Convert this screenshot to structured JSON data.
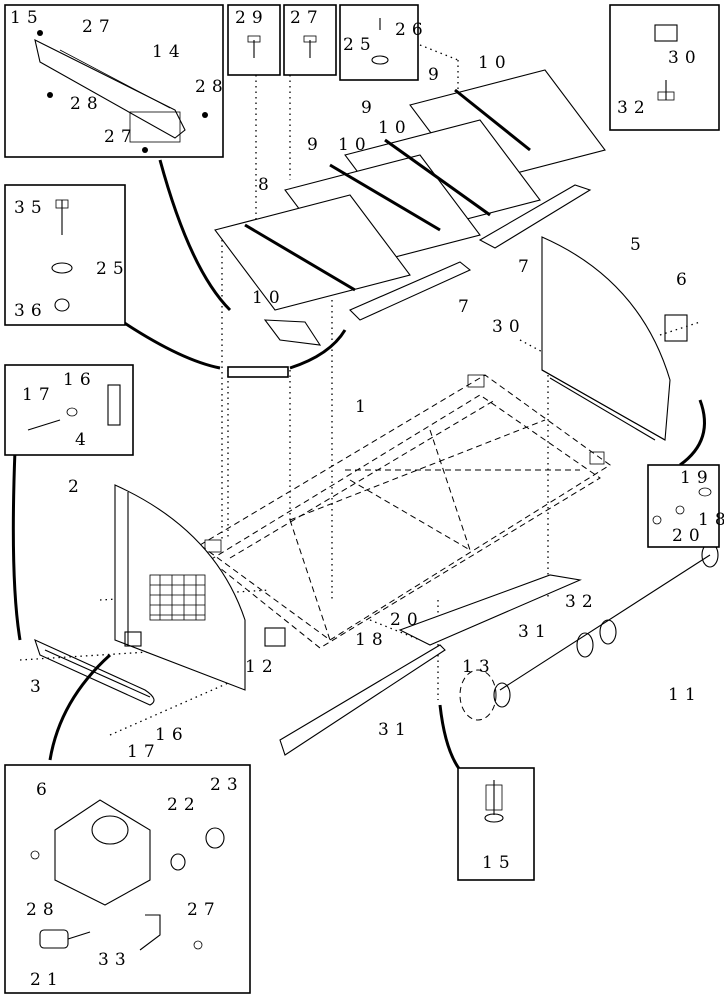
{
  "callouts": {
    "c1": "1",
    "c2": "2",
    "c3": "3",
    "c4": "4",
    "c5": "5",
    "c6_main": "6",
    "c6_detail": "6",
    "c7_a": "7",
    "c7_b": "7",
    "c8": "8",
    "c9_a": "9",
    "c9_b": "9",
    "c9_c": "9",
    "c10_a": "10",
    "c10_b": "10",
    "c10_c": "10",
    "c10_d": "10",
    "c11": "11",
    "c12": "12",
    "c13": "13",
    "c14": "14",
    "c15_top": "15",
    "c15_inset": "15",
    "c16_inset": "16",
    "c16_main": "16",
    "c17_inset": "17",
    "c17_main": "17",
    "c18_main": "18",
    "c18_inset": "18",
    "c19": "19",
    "c20_main": "20",
    "c20_inset": "20",
    "c21": "21",
    "c22": "22",
    "c23": "23",
    "c25_a": "25",
    "c25_b": "25",
    "c26": "26",
    "c27_a": "27",
    "c27_b": "27",
    "c27_c": "27",
    "c27_d": "27",
    "c28_a": "28",
    "c28_b": "28",
    "c28_c": "28",
    "c29": "29",
    "c30_a": "30",
    "c30_b": "30",
    "c31_a": "31",
    "c31_b": "31",
    "c32_a": "32",
    "c32_b": "32",
    "c33": "33",
    "c35": "35",
    "c36": "36"
  }
}
